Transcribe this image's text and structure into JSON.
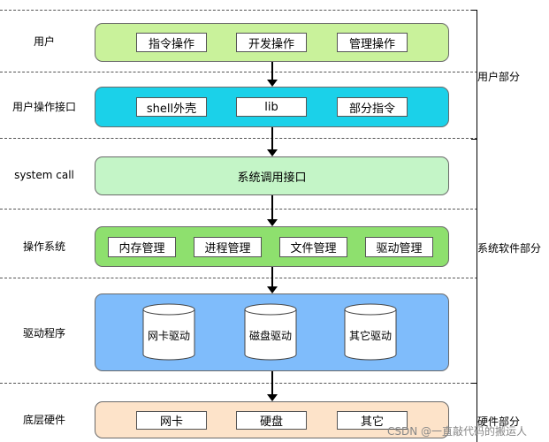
{
  "layers": [
    {
      "label": "用户",
      "color": "#c9f29b",
      "items": [
        "指令操作",
        "开发操作",
        "管理操作"
      ]
    },
    {
      "label": "用户操作接口",
      "color": "#1bd1e9",
      "items": [
        "shell外壳",
        "lib",
        "部分指令"
      ]
    },
    {
      "label": "system call",
      "color": "#c4f5c7",
      "center_text": "系统调用接口"
    },
    {
      "label": "操作系统",
      "color": "#8ee06e",
      "items": [
        "内存管理",
        "进程管理",
        "文件管理",
        "驱动管理"
      ]
    },
    {
      "label": "驱动程序",
      "color": "#7fbcfb",
      "cylinders": [
        "网卡驱动",
        "磁盘驱动",
        "其它驱动"
      ]
    },
    {
      "label": "底层硬件",
      "color": "#fde3c9",
      "items": [
        "网卡",
        "硬盘",
        "其它"
      ]
    }
  ],
  "groups": [
    {
      "label": "用户部分"
    },
    {
      "label": "系统软件部分"
    },
    {
      "label": "硬件部分"
    }
  ],
  "watermark": "CSDN @一直敲代码的搬运人"
}
